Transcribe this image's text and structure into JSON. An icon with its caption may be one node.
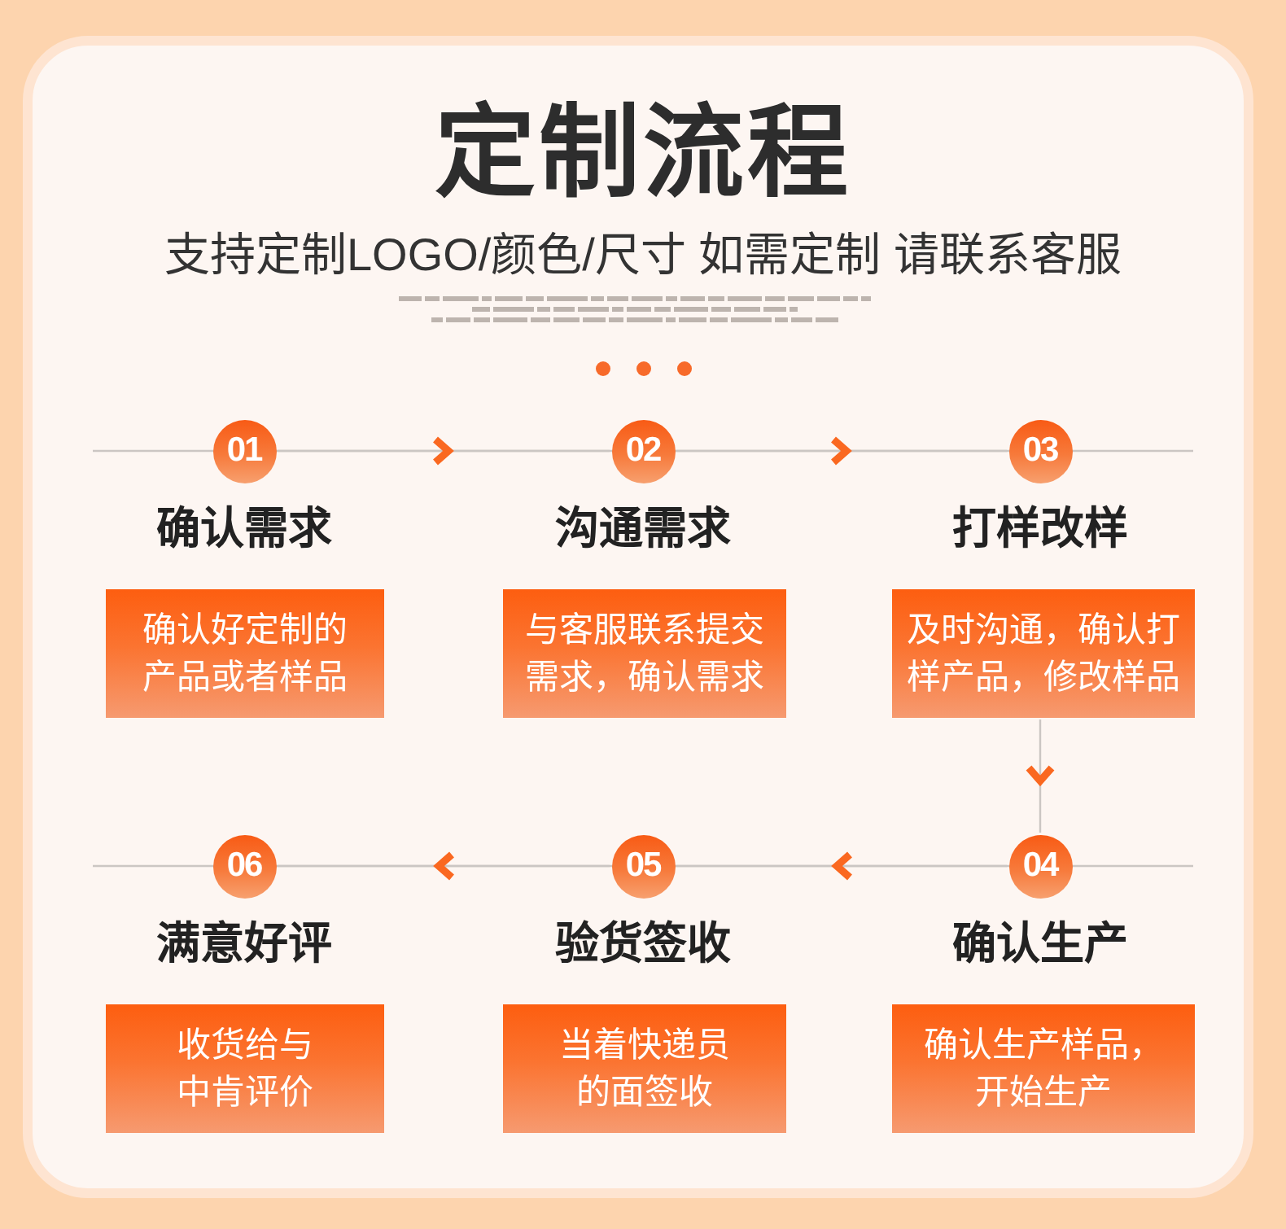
{
  "diagram": {
    "title": "定制流程",
    "nodes": [
      {
        "text": [
          "01"
        ],
        "beside": [
          "确认需求"
        ]
      },
      {
        "text": [
          "确认好定制的产品或者样品"
        ]
      },
      {
        "text": [
          "02"
        ],
        "beside": [
          "沟通需求"
        ]
      },
      {
        "text": [
          "与客服联系提交需求，确认需求"
        ]
      },
      {
        "text": [
          "03"
        ],
        "beside": [
          "打样改样"
        ]
      },
      {
        "text": [
          "及时沟通，确认打样产品，修改样品"
        ]
      },
      {
        "text": [
          "04"
        ],
        "beside": [
          "确认生产"
        ]
      },
      {
        "text": [
          "确认生产样品，开始生产"
        ]
      },
      {
        "text": [
          "05"
        ],
        "beside": [
          "验货签收"
        ]
      },
      {
        "text": [
          "当着快递员的面签收"
        ]
      },
      {
        "text": [
          "06"
        ],
        "beside": [
          "满意好评"
        ]
      },
      {
        "text": [
          "收货给与中肯评价"
        ]
      }
    ],
    "edges": [
      {
        "from": 0,
        "to": 2,
        "arrow": "to"
      },
      {
        "from": 2,
        "to": 4,
        "arrow": "to"
      },
      {
        "from": 5,
        "to": 6,
        "arrow": "to"
      },
      {
        "from": 6,
        "to": 8,
        "arrow": "to"
      },
      {
        "from": 8,
        "to": 10,
        "arrow": "to"
      }
    ],
    "labels": [
      "支持定制LOGO/颜色/尺寸 如需定制 请联系客服"
    ]
  }
}
